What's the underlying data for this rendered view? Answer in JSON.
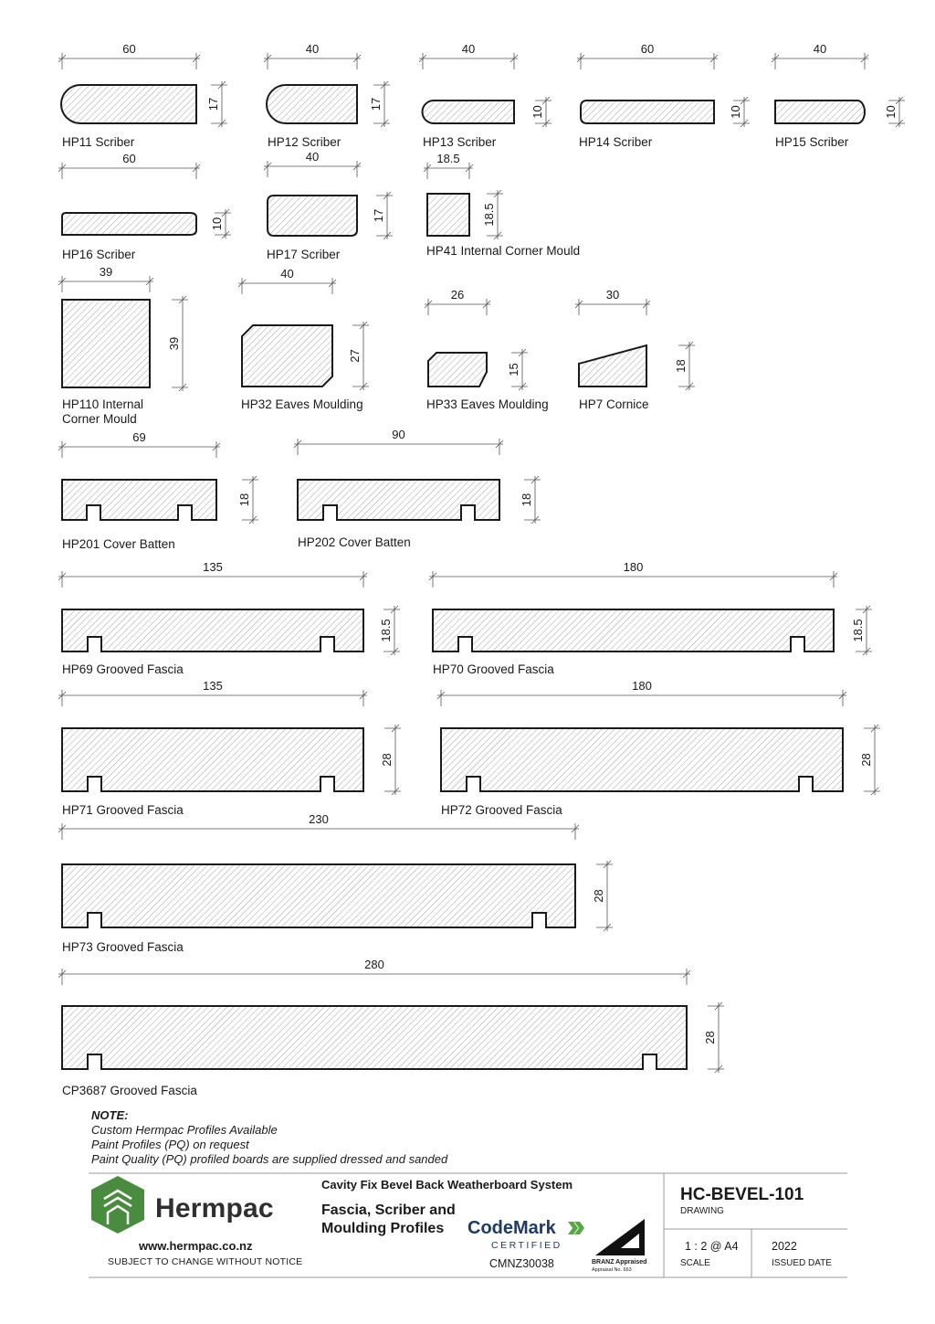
{
  "profiles": [
    {
      "id": "hp11",
      "label": "HP11 Scriber",
      "width": "60",
      "height": "17"
    },
    {
      "id": "hp12",
      "label": "HP12 Scriber",
      "width": "40",
      "height": "17"
    },
    {
      "id": "hp13",
      "label": "HP13 Scriber",
      "width": "40",
      "height": "10"
    },
    {
      "id": "hp14",
      "label": "HP14 Scriber",
      "width": "60",
      "height": "10"
    },
    {
      "id": "hp15",
      "label": "HP15 Scriber",
      "width": "40",
      "height": "10"
    },
    {
      "id": "hp16",
      "label": "HP16 Scriber",
      "width": "60",
      "height": "10"
    },
    {
      "id": "hp17",
      "label": "HP17 Scriber",
      "width": "40",
      "height": "17"
    },
    {
      "id": "hp41",
      "label": "HP41 Internal Corner Mould",
      "width": "18.5",
      "height": "18.5"
    },
    {
      "id": "hp110",
      "label": "HP110 Internal Corner Mould",
      "width": "39",
      "height": "39"
    },
    {
      "id": "hp32",
      "label": "HP32 Eaves Moulding",
      "width": "40",
      "height": "27"
    },
    {
      "id": "hp33",
      "label": "HP33 Eaves Moulding",
      "width": "26",
      "height": "15"
    },
    {
      "id": "hp7",
      "label": "HP7 Cornice",
      "width": "30",
      "height": "18"
    },
    {
      "id": "hp201",
      "label": "HP201 Cover Batten",
      "width": "69",
      "height": "18"
    },
    {
      "id": "hp202",
      "label": "HP202 Cover Batten",
      "width": "90",
      "height": "18"
    },
    {
      "id": "hp69",
      "label": "HP69 Grooved Fascia",
      "width": "135",
      "height": "18.5"
    },
    {
      "id": "hp70",
      "label": "HP70 Grooved Fascia",
      "width": "180",
      "height": "18.5"
    },
    {
      "id": "hp71",
      "label": "HP71 Grooved Fascia",
      "width": "135",
      "height": "28"
    },
    {
      "id": "hp72",
      "label": "HP72 Grooved Fascia",
      "width": "180",
      "height": "28"
    },
    {
      "id": "hp73",
      "label": "HP73 Grooved Fascia",
      "width": "230",
      "height": "28"
    },
    {
      "id": "cp3687",
      "label": "CP3687 Grooved Fascia",
      "width": "280",
      "height": "28"
    }
  ],
  "note": {
    "heading": "NOTE:",
    "lines": [
      "Custom Hermpac Profiles Available",
      "Paint Profiles (PQ) on request",
      "Paint Quality (PQ) profiled boards are supplied dressed and sanded"
    ]
  },
  "title_block": {
    "brand": "Hermpac",
    "website": "www.hermpac.co.nz",
    "subject": "SUBJECT TO CHANGE WITHOUT NOTICE",
    "system": "Cavity Fix Bevel Back Weatherboard System",
    "title": "Fascia, Scriber and Moulding Profiles",
    "codemark": "CodeMark",
    "codemark_sub": "CERTIFIED",
    "cert_no": "CMNZ30038",
    "branz": "BRANZ Appraised",
    "branz_no": "Appraisal No. 663",
    "drawing_no": "HC-BEVEL-101",
    "drawing_label": "DRAWING",
    "scale": "1 : 2 @ A4",
    "scale_label": "SCALE",
    "issued": "2022",
    "issued_label": "ISSUED DATE"
  },
  "colors": {
    "brand_green": "#4a8c3f",
    "line": "#1a1a1a",
    "hatch": "#888888",
    "codemark_blue": "#1d3a6b"
  }
}
